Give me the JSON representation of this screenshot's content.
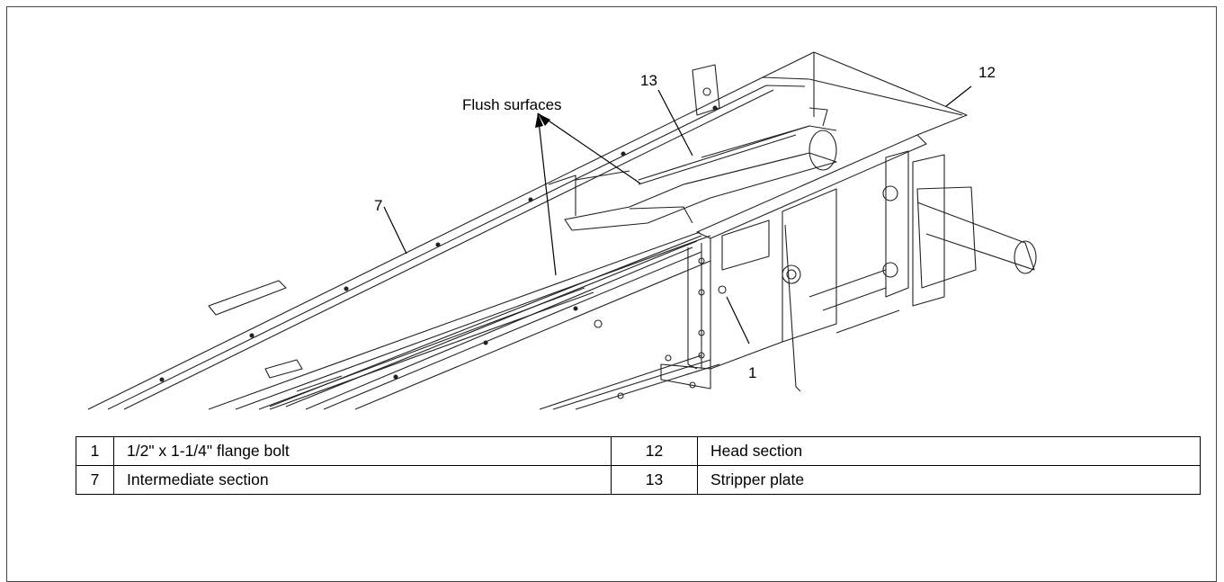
{
  "callouts": {
    "flush_surfaces": "Flush surfaces",
    "c7": "7",
    "c13": "13",
    "c12": "12",
    "c1": "1"
  },
  "legend": {
    "rows": [
      {
        "num_a": "1",
        "desc_a": "1/2\" x 1-1/4\" flange bolt",
        "num_b": "12",
        "desc_b": "Head section"
      },
      {
        "num_a": "7",
        "desc_a": "Intermediate section",
        "num_b": "13",
        "desc_b": "Stripper plate"
      }
    ]
  }
}
